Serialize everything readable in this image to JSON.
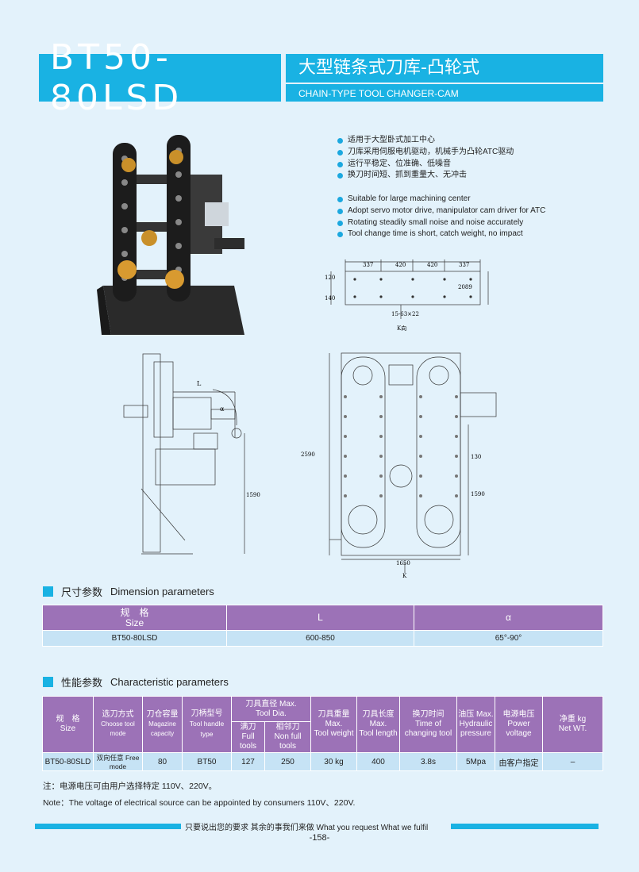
{
  "header": {
    "model": "BT50-80LSD",
    "title_cn": "大型链条式刀库-凸轮式",
    "title_en": "CHAIN-TYPE TOOL CHANGER-CAM"
  },
  "features_cn": [
    "适用于大型卧式加工中心",
    "刀库采用伺服电机驱动，机械手为凸轮ATC驱动",
    "运行平稳定、位准确、低噪音",
    "换刀时间短、抓到重量大、无冲击"
  ],
  "features_en": [
    "Suitable for large machining center",
    "Adopt servo motor drive, manipulator cam driver for ATC",
    "Rotating steadily small noise and noise accurately",
    "Tool change time is short, catch weight, no impact"
  ],
  "drawing_k": {
    "dims": [
      "337",
      "420",
      "420",
      "337"
    ],
    "left_dims": [
      "120",
      "140"
    ],
    "right_dim": "2089",
    "hole": "15-63×22",
    "label": "K向"
  },
  "drawing_side": {
    "L": "L",
    "alpha": "α",
    "height": "1590"
  },
  "drawing_front": {
    "height": "2590",
    "h1": "130",
    "h2": "1590",
    "width": "1650",
    "label": "K"
  },
  "dimension": {
    "heading_cn": "尺寸参数",
    "heading_en": "Dimension parameters",
    "headers": {
      "size_cn": "规　格",
      "size_en": "Size",
      "L": "L",
      "alpha": "α"
    },
    "row": {
      "size": "BT50-80LSD",
      "L": "600-850",
      "alpha": "65°-90°"
    }
  },
  "characteristic": {
    "heading_cn": "性能参数",
    "heading_en": "Characteristic parameters",
    "headers": {
      "size_cn": "规　格",
      "size_en": "Size",
      "mode_cn": "选刀方式",
      "mode_en": "Choose tool mode",
      "cap_cn": "刀仓容量",
      "cap_en": "Magazine capacity",
      "handle_cn": "刀柄型号",
      "handle_en": "Tool handle type",
      "dia_cn": "刀具直径 Max.",
      "dia_en": "Tool Dia.",
      "full_cn": "满刀",
      "full_en": "Full tools",
      "nonfull_cn": "相邻刀",
      "nonfull_en": "Non full tools",
      "weight_cn": "刀具重量 Max.",
      "weight_en": "Tool weight",
      "length_cn": "刀具长度 Max.",
      "length_en": "Tool length",
      "time_cn": "换刀时间",
      "time_en": "Time of changing tool",
      "hyd_cn": "油压 Max.",
      "hyd_en": "Hydraulic pressure",
      "volt_cn": "电源电压",
      "volt_en": "Power voltage",
      "net_cn": "净重 kg",
      "net_en": "Net WT."
    },
    "row": {
      "size": "BT50-80SLD",
      "mode": "双向任意 Free mode",
      "capacity": "80",
      "handle": "BT50",
      "full": "127",
      "nonfull": "250",
      "weight": "30 kg",
      "length": "400",
      "time": "3.8s",
      "hydraulic": "5Mpa",
      "voltage": "由客户指定",
      "net": "–"
    }
  },
  "notes": {
    "cn": "注：电源电压可由用户选择特定 110V、220V。",
    "en": "Note：The voltage of electrical source can be appointed by consumers 110V、220V."
  },
  "footer": {
    "slogan": "只要说出您的要求  其余的事我们来做    What you request What we fulfil",
    "page": "-158-"
  },
  "colors": {
    "accent": "#19b2e3",
    "table_header": "#9c72b7",
    "table_cell": "#c6e3f5",
    "background": "#e3f2fb"
  }
}
